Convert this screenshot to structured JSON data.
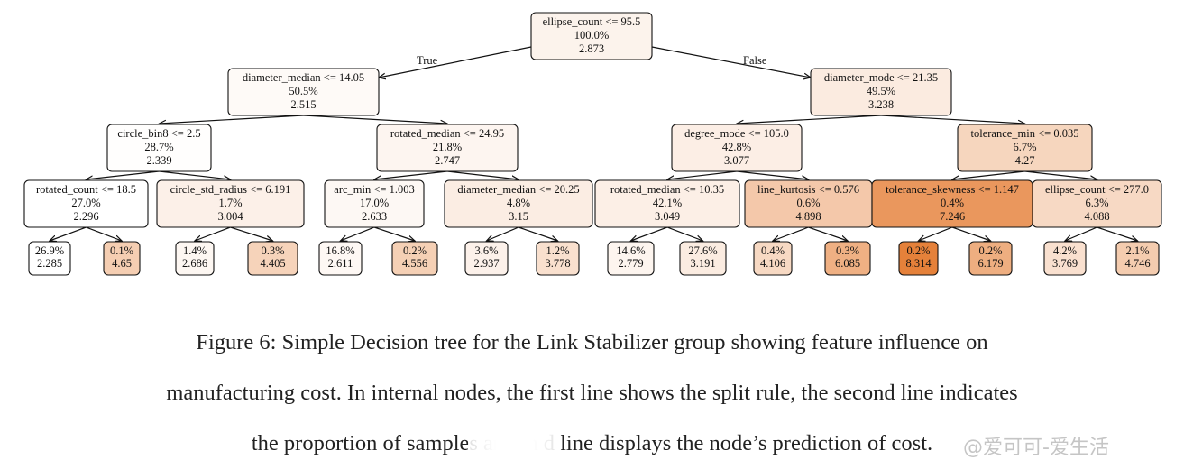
{
  "tree": {
    "edge_labels": {
      "left": "True",
      "right": "False"
    },
    "nodes": [
      {
        "id": "root",
        "lines": [
          "ellipse_count <= 95.5",
          "100.0%",
          "2.873"
        ],
        "value": 2.873
      },
      {
        "id": "n1",
        "lines": [
          "diameter_median <= 14.05",
          "50.5%",
          "2.515"
        ],
        "value": 2.515
      },
      {
        "id": "n2",
        "lines": [
          "diameter_mode <= 21.35",
          "49.5%",
          "3.238"
        ],
        "value": 3.238
      },
      {
        "id": "n3",
        "lines": [
          "circle_bin8 <= 2.5",
          "28.7%",
          "2.339"
        ],
        "value": 2.339
      },
      {
        "id": "n4",
        "lines": [
          "rotated_median <= 24.95",
          "21.8%",
          "2.747"
        ],
        "value": 2.747
      },
      {
        "id": "n5",
        "lines": [
          "degree_mode <= 105.0",
          "42.8%",
          "3.077"
        ],
        "value": 3.077
      },
      {
        "id": "n6",
        "lines": [
          "tolerance_min <= 0.035",
          "6.7%",
          "4.27"
        ],
        "value": 4.27
      },
      {
        "id": "n7",
        "lines": [
          "rotated_count <= 18.5",
          "27.0%",
          "2.296"
        ],
        "value": 2.296
      },
      {
        "id": "n8",
        "lines": [
          "circle_std_radius <= 6.191",
          "1.7%",
          "3.004"
        ],
        "value": 3.004
      },
      {
        "id": "n9",
        "lines": [
          "arc_min <= 1.003",
          "17.0%",
          "2.633"
        ],
        "value": 2.633
      },
      {
        "id": "n10",
        "lines": [
          "diameter_median <= 20.25",
          "4.8%",
          "3.15"
        ],
        "value": 3.15
      },
      {
        "id": "n11",
        "lines": [
          "rotated_median <= 10.35",
          "42.1%",
          "3.049"
        ],
        "value": 3.049
      },
      {
        "id": "n12",
        "lines": [
          "line_kurtosis <= 0.576",
          "0.6%",
          "4.898"
        ],
        "value": 4.898
      },
      {
        "id": "n13",
        "lines": [
          "tolerance_skewness <= 1.147",
          "0.4%",
          "7.246"
        ],
        "value": 7.246
      },
      {
        "id": "n14",
        "lines": [
          "ellipse_count <= 277.0",
          "6.3%",
          "4.088"
        ],
        "value": 4.088
      },
      {
        "id": "l1",
        "lines": [
          "26.9%",
          "2.285"
        ],
        "value": 2.285
      },
      {
        "id": "l2",
        "lines": [
          "0.1%",
          "4.65"
        ],
        "value": 4.65
      },
      {
        "id": "l3",
        "lines": [
          "1.4%",
          "2.686"
        ],
        "value": 2.686
      },
      {
        "id": "l4",
        "lines": [
          "0.3%",
          "4.405"
        ],
        "value": 4.405
      },
      {
        "id": "l5",
        "lines": [
          "16.8%",
          "2.611"
        ],
        "value": 2.611
      },
      {
        "id": "l6",
        "lines": [
          "0.2%",
          "4.556"
        ],
        "value": 4.556
      },
      {
        "id": "l7",
        "lines": [
          "3.6%",
          "2.937"
        ],
        "value": 2.937
      },
      {
        "id": "l8",
        "lines": [
          "1.2%",
          "3.778"
        ],
        "value": 3.778
      },
      {
        "id": "l9",
        "lines": [
          "14.6%",
          "2.779"
        ],
        "value": 2.779
      },
      {
        "id": "l10",
        "lines": [
          "27.6%",
          "3.191"
        ],
        "value": 3.191
      },
      {
        "id": "l11",
        "lines": [
          "0.4%",
          "4.106"
        ],
        "value": 4.106
      },
      {
        "id": "l12",
        "lines": [
          "0.3%",
          "6.085"
        ],
        "value": 6.085
      },
      {
        "id": "l13",
        "lines": [
          "0.2%",
          "8.314"
        ],
        "value": 8.314
      },
      {
        "id": "l14",
        "lines": [
          "0.2%",
          "6.179"
        ],
        "value": 6.179
      },
      {
        "id": "l15",
        "lines": [
          "4.2%",
          "3.769"
        ],
        "value": 3.769
      },
      {
        "id": "l16",
        "lines": [
          "2.1%",
          "4.746"
        ],
        "value": 4.746
      }
    ],
    "edges": [
      [
        "root",
        "n1"
      ],
      [
        "root",
        "n2"
      ],
      [
        "n1",
        "n3"
      ],
      [
        "n1",
        "n4"
      ],
      [
        "n2",
        "n5"
      ],
      [
        "n2",
        "n6"
      ],
      [
        "n3",
        "n7"
      ],
      [
        "n3",
        "n8"
      ],
      [
        "n4",
        "n9"
      ],
      [
        "n4",
        "n10"
      ],
      [
        "n5",
        "n11"
      ],
      [
        "n5",
        "n12"
      ],
      [
        "n6",
        "n13"
      ],
      [
        "n6",
        "n14"
      ],
      [
        "n7",
        "l1"
      ],
      [
        "n7",
        "l2"
      ],
      [
        "n8",
        "l3"
      ],
      [
        "n8",
        "l4"
      ],
      [
        "n9",
        "l5"
      ],
      [
        "n9",
        "l6"
      ],
      [
        "n10",
        "l7"
      ],
      [
        "n10",
        "l8"
      ],
      [
        "n11",
        "l9"
      ],
      [
        "n11",
        "l10"
      ],
      [
        "n12",
        "l11"
      ],
      [
        "n12",
        "l12"
      ],
      [
        "n13",
        "l13"
      ],
      [
        "n13",
        "l14"
      ],
      [
        "n14",
        "l15"
      ],
      [
        "n14",
        "l16"
      ]
    ],
    "color_scale": {
      "low": "#ffffff",
      "high": "#e5813a"
    }
  },
  "caption": {
    "line1": "Figure 6: Simple Decision tree for the Link Stabilizer group showing feature influence on",
    "line2": "manufacturing cost. In internal nodes, the first line shows the split rule, the second line indicates",
    "line3": "the proportion of samples and th        d line displays the node’s prediction of cost."
  },
  "watermark": "@爱可可-爱生活"
}
